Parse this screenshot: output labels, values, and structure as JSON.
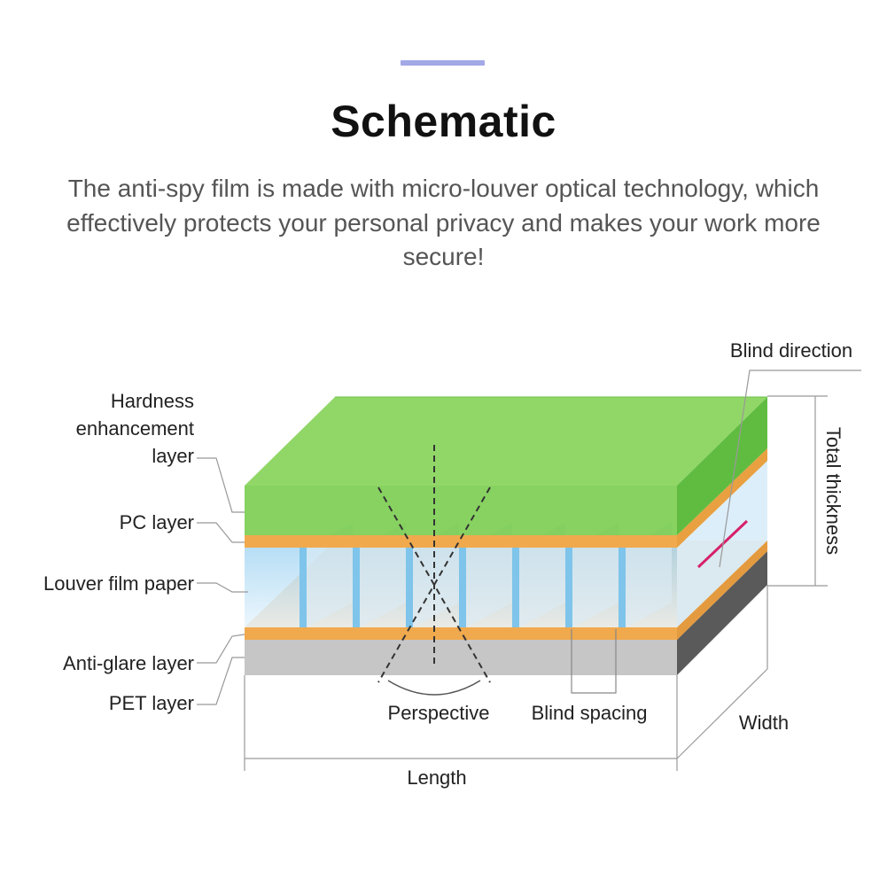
{
  "header": {
    "title": "Schematic",
    "description": "The anti-spy film is made with micro-louver optical technology, which effectively protects your personal privacy and makes your work more secure!"
  },
  "diagram": {
    "layers": {
      "hardness_line1": "Hardness",
      "hardness_line2": "enhancement",
      "hardness_line3": "layer",
      "pc": "PC layer",
      "louver": "Louver film paper",
      "antiglare": "Anti-glare layer",
      "pet": "PET layer"
    },
    "labels": {
      "blind_direction": "Blind direction",
      "total_thickness": "Total thickness",
      "perspective": "Perspective",
      "blind_spacing": "Blind spacing",
      "width": "Width",
      "length": "Length"
    },
    "colors": {
      "accent_bar": "#a3a8e6",
      "hardness_layer": "#5cc43a",
      "pc_layer": "#f2a84a",
      "louver_layer": "#c9e6f7",
      "antiglare_layer": "#f0b060",
      "pet_layer": "#c8c8c8",
      "blind_direction_marker": "#d6206a"
    }
  }
}
